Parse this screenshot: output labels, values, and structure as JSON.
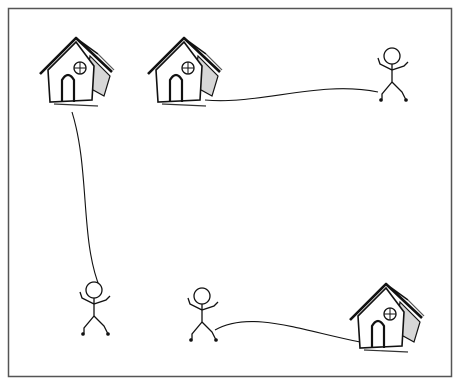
{
  "figure": {
    "nodes": [
      {
        "id": "house-top-left",
        "kind": "house"
      },
      {
        "id": "house-top-middle",
        "kind": "house"
      },
      {
        "id": "person-top-right",
        "kind": "person"
      },
      {
        "id": "person-bottom-left",
        "kind": "person"
      },
      {
        "id": "person-bottom-middle",
        "kind": "person"
      },
      {
        "id": "house-bottom-right",
        "kind": "house"
      }
    ],
    "links": [
      {
        "from": "house-top-left",
        "to": "person-bottom-left"
      },
      {
        "from": "house-top-middle",
        "to": "person-top-right"
      },
      {
        "from": "person-bottom-middle",
        "to": "house-bottom-right"
      }
    ],
    "colors": {
      "stroke": "#111111",
      "frame": "#555555",
      "shade": "#bdbdbd",
      "background": "#ffffff"
    }
  }
}
